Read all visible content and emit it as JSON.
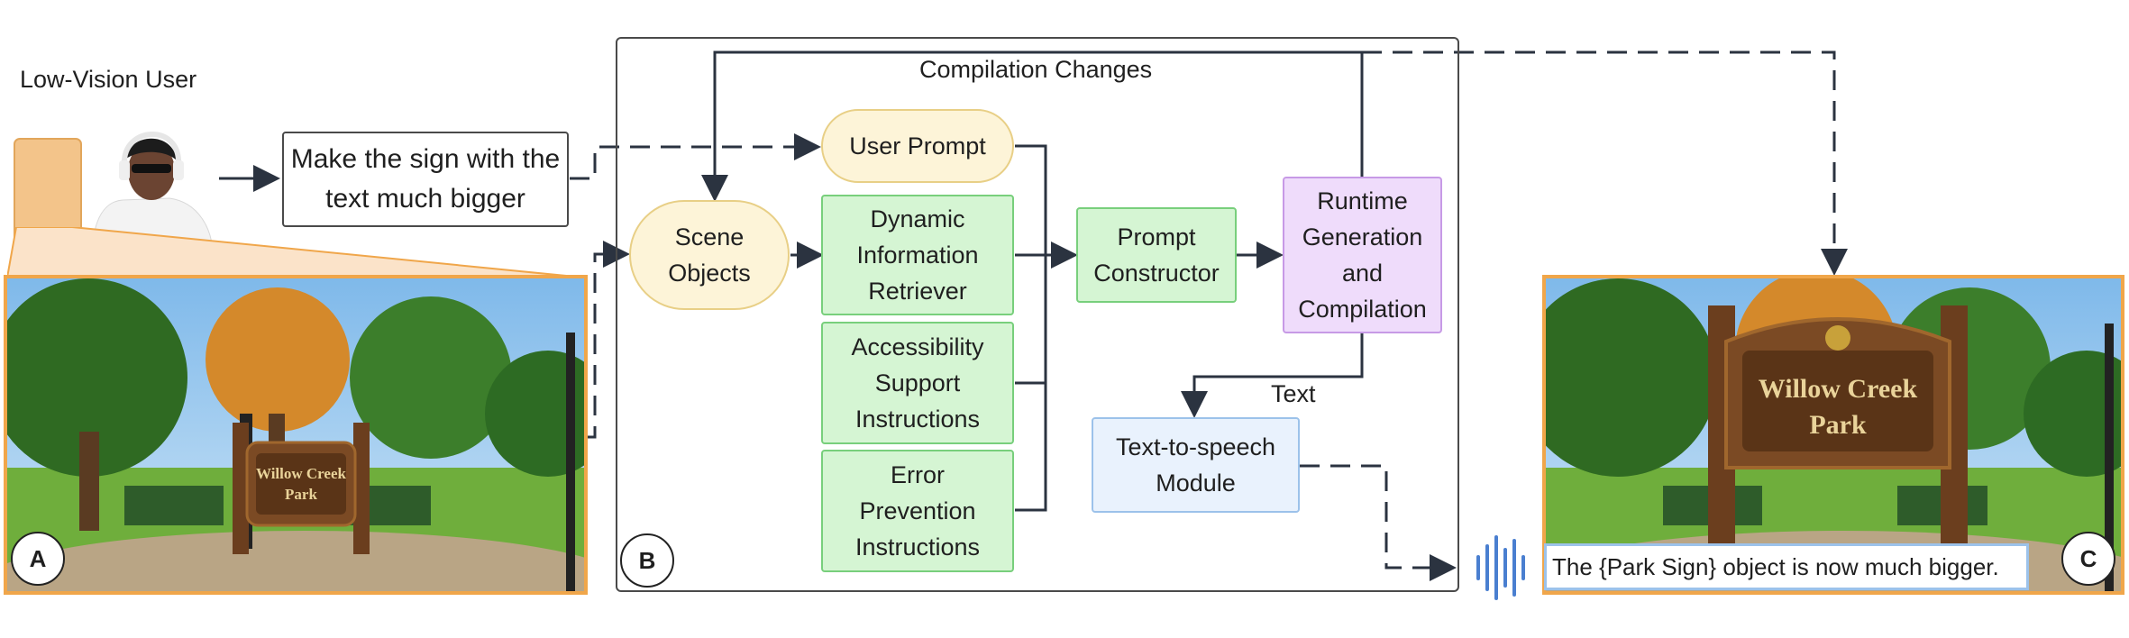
{
  "user_label": "Low-Vision User",
  "user_prompt_text": "Make the sign with the text much bigger",
  "sign_text_small_1": "Willow Creek",
  "sign_text_small_2": "Park",
  "sign_text_large_1": "Willow Creek",
  "sign_text_large_2": "Park",
  "panel_labels": {
    "a": "A",
    "b": "B",
    "c": "C"
  },
  "pipeline": {
    "compilation_changes": "Compilation Changes",
    "user_prompt": "User Prompt",
    "scene_objects": "Scene Objects",
    "dynamic_info": "Dynamic Information Retriever",
    "accessibility": "Accessibility Support Instructions",
    "error_prevention": "Error Prevention Instructions",
    "prompt_constructor": "Prompt Constructor",
    "runtime": "Runtime Generation and Compilation",
    "text_label": "Text",
    "tts": "Text-to-speech Module"
  },
  "output_caption": "The {Park Sign} object is now much bigger.",
  "colors": {
    "scene_border": "#f0a64a",
    "green_fill": "#d5f5d3",
    "yellow_fill": "#fdf4d8",
    "purple_fill": "#efdcfb",
    "blue_fill": "#e9f2fd",
    "arrow": "#2b3340",
    "audio_wave": "#4a7fd0"
  }
}
